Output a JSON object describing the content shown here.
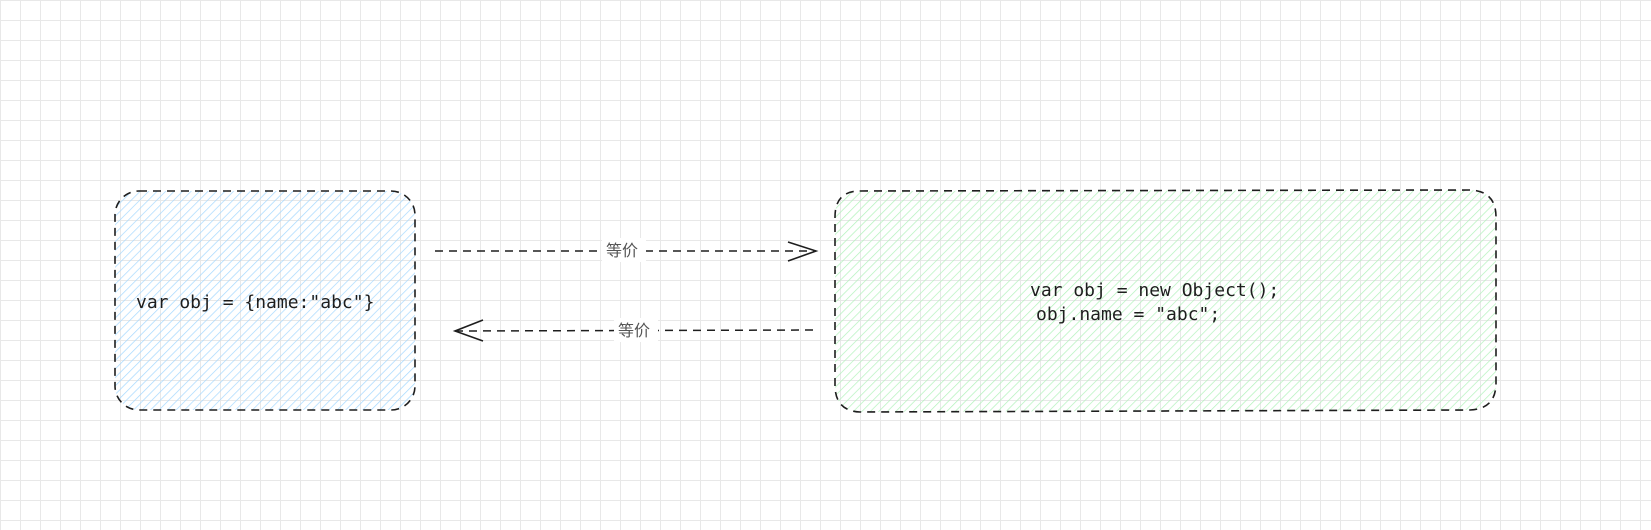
{
  "canvas": {
    "grid_color": "#e8e8e8",
    "background": "#ffffff"
  },
  "left_box": {
    "text": "var obj = {name:\"abc\"}",
    "fill_color": "#a5d8ff",
    "stroke_color": "#1e1e1e"
  },
  "right_box": {
    "line1": "var obj = new Object();",
    "line2": "obj.name = \"abc\";",
    "fill_color": "#b2f2bb",
    "stroke_color": "#1e1e1e"
  },
  "arrow_forward": {
    "label": "等价"
  },
  "arrow_backward": {
    "label": "等价"
  }
}
